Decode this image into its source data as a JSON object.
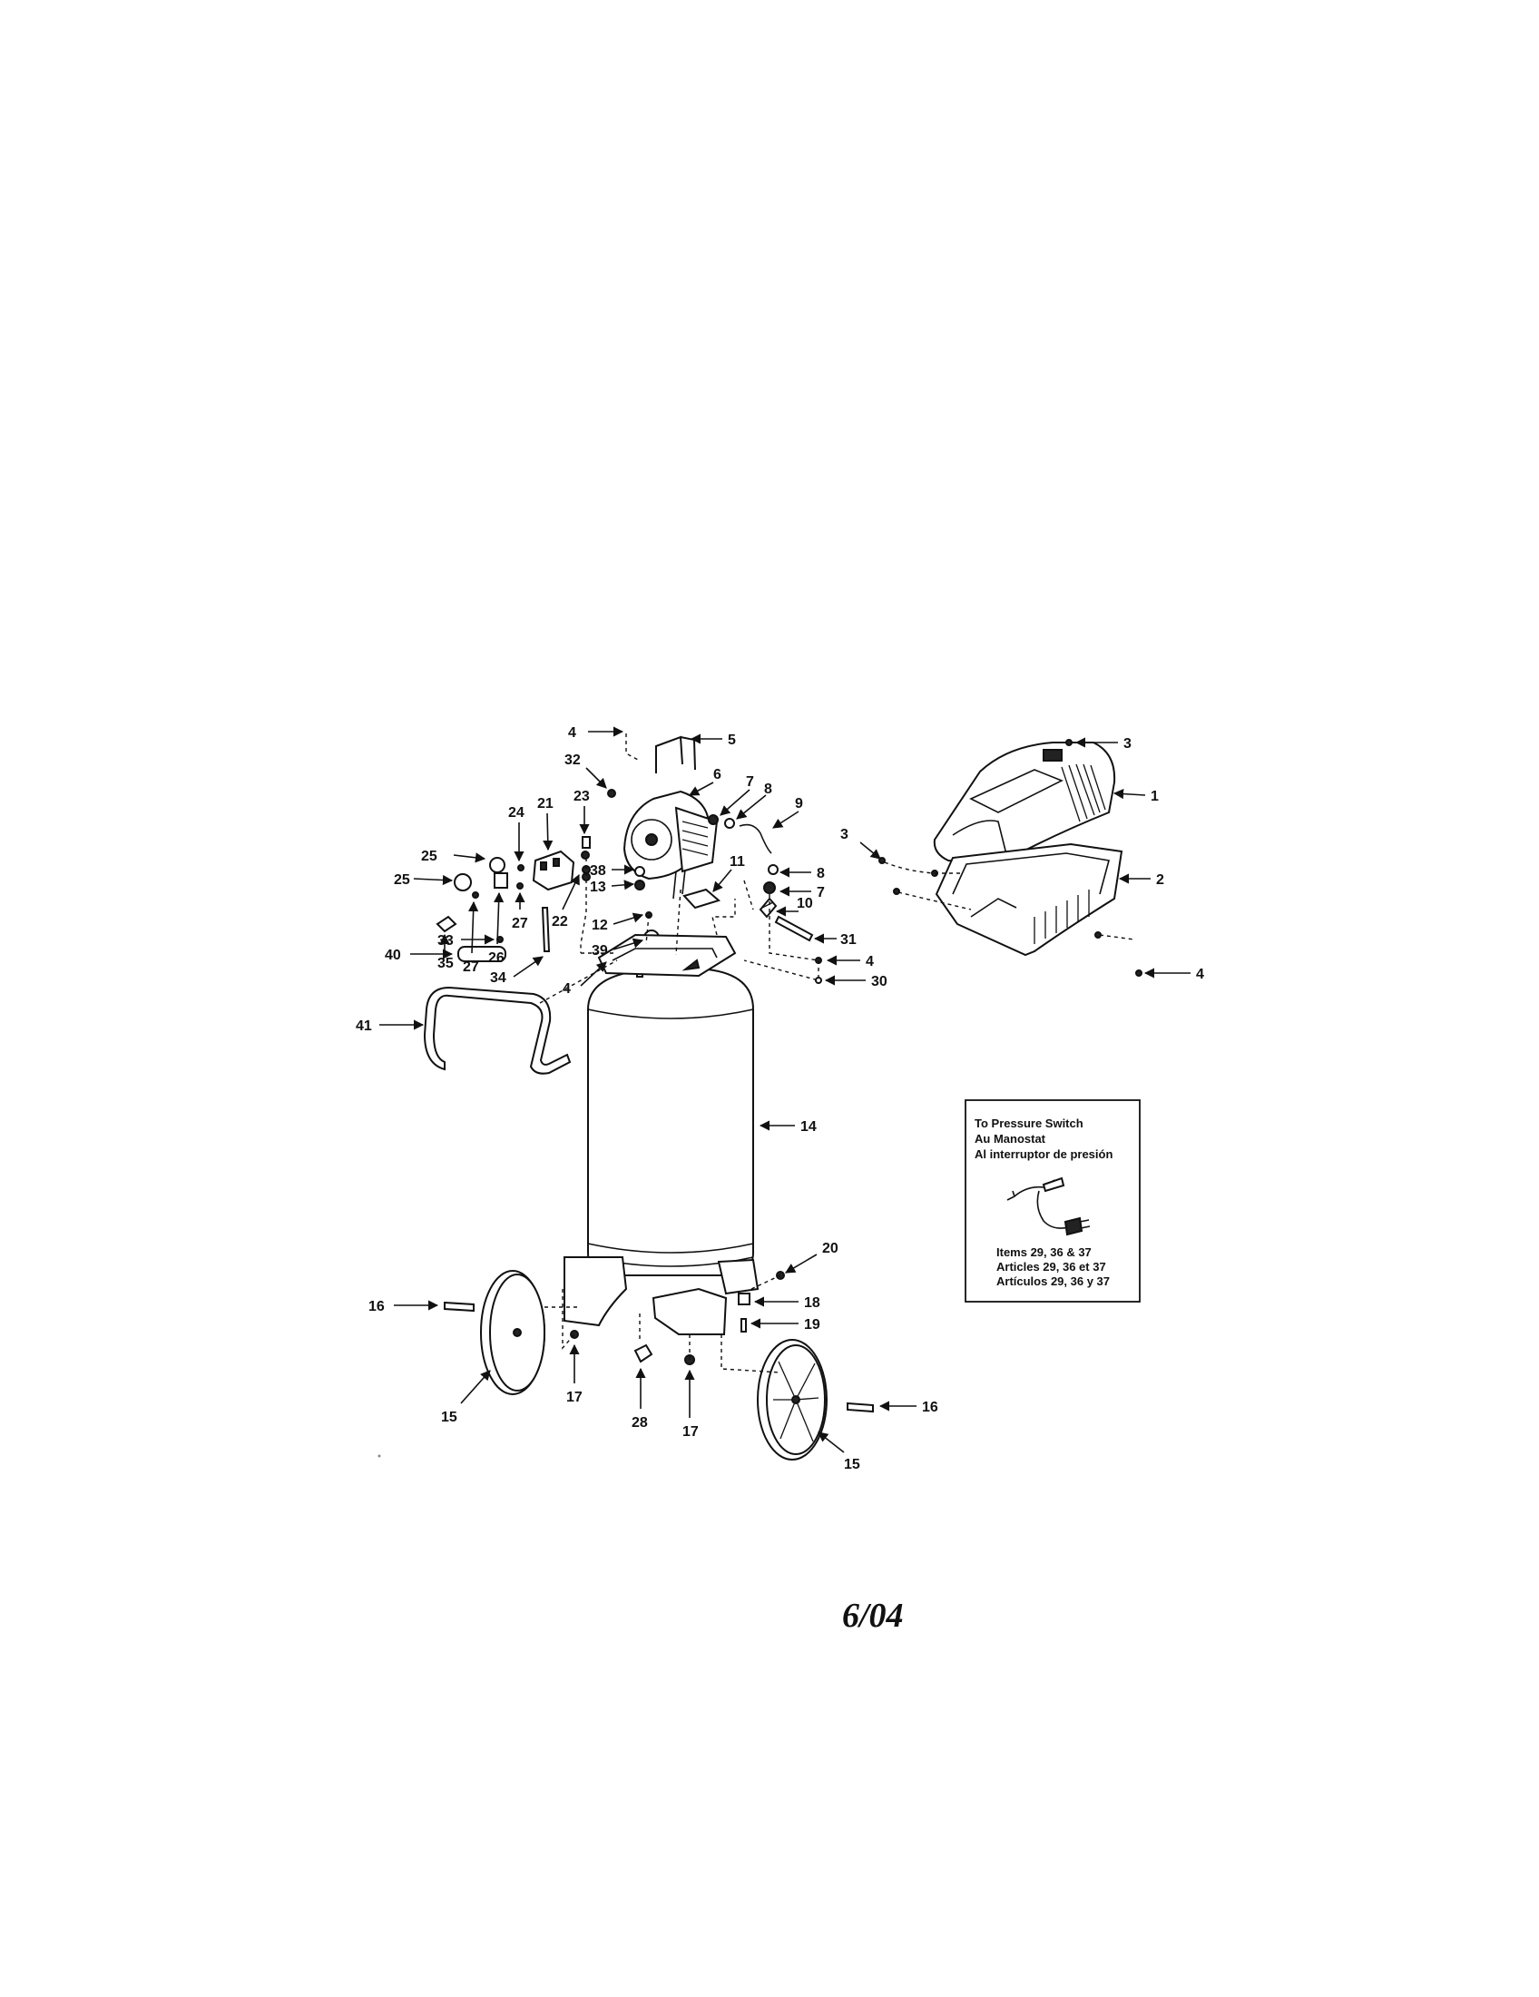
{
  "callouts": [
    "1",
    "2",
    "3",
    "4",
    "5",
    "6",
    "7",
    "8",
    "9",
    "10",
    "11",
    "12",
    "13",
    "14",
    "15",
    "16",
    "17",
    "18",
    "19",
    "20",
    "21",
    "22",
    "23",
    "24",
    "25",
    "26",
    "27",
    "28",
    "30",
    "31",
    "32",
    "33",
    "34",
    "35",
    "38",
    "39",
    "40",
    "41"
  ],
  "inset": {
    "lines": [
      "To Pressure Switch",
      "Au Manostat",
      "Al interruptor de presión"
    ],
    "items": [
      "Items 29, 36 & 37",
      "Articles 29, 36 et 37",
      "Artículos 29, 36 y 37"
    ]
  },
  "date_stamp": "6/04"
}
